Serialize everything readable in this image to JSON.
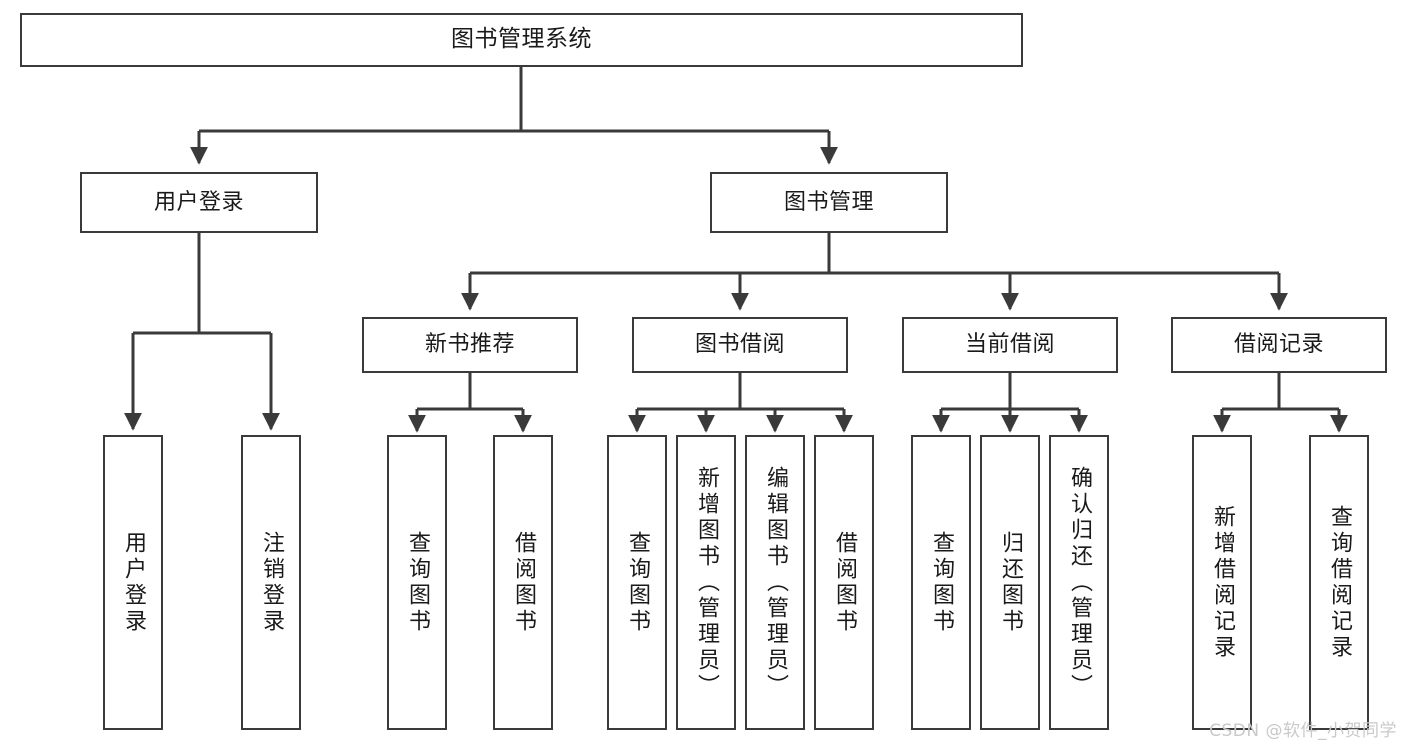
{
  "diagram": {
    "title": "图书管理系统",
    "type": "tree-hierarchy",
    "background_color": "#ffffff",
    "line_color": "#3a3a3a",
    "box_border_color": "#3a3a3a",
    "text_color": "#1a1a1a"
  },
  "nodes": {
    "root": {
      "label": "图书管理系统"
    },
    "level2": [
      {
        "label": "用户登录"
      },
      {
        "label": "图书管理"
      }
    ],
    "level3": [
      {
        "label": "新书推荐"
      },
      {
        "label": "图书借阅"
      },
      {
        "label": "当前借阅"
      },
      {
        "label": "借阅记录"
      }
    ],
    "leaves": {
      "user_login": [
        {
          "label": "用户登录"
        },
        {
          "label": "注销登录"
        }
      ],
      "new_book_recommend": [
        {
          "label": "查询图书"
        },
        {
          "label": "借阅图书"
        }
      ],
      "book_borrow": [
        {
          "label": "查询图书"
        },
        {
          "label": "新增图书（管理员）"
        },
        {
          "label": "编辑图书（管理员）"
        },
        {
          "label": "借阅图书"
        }
      ],
      "current_borrow": [
        {
          "label": "查询图书"
        },
        {
          "label": "归还图书"
        },
        {
          "label": "确认归还（管理员）"
        }
      ],
      "borrow_record": [
        {
          "label": "新增借阅记录"
        },
        {
          "label": "查询借阅记录"
        }
      ]
    }
  },
  "watermark": {
    "text": "CSDN @软件_小贺同学",
    "color": "#c9c9c9"
  }
}
